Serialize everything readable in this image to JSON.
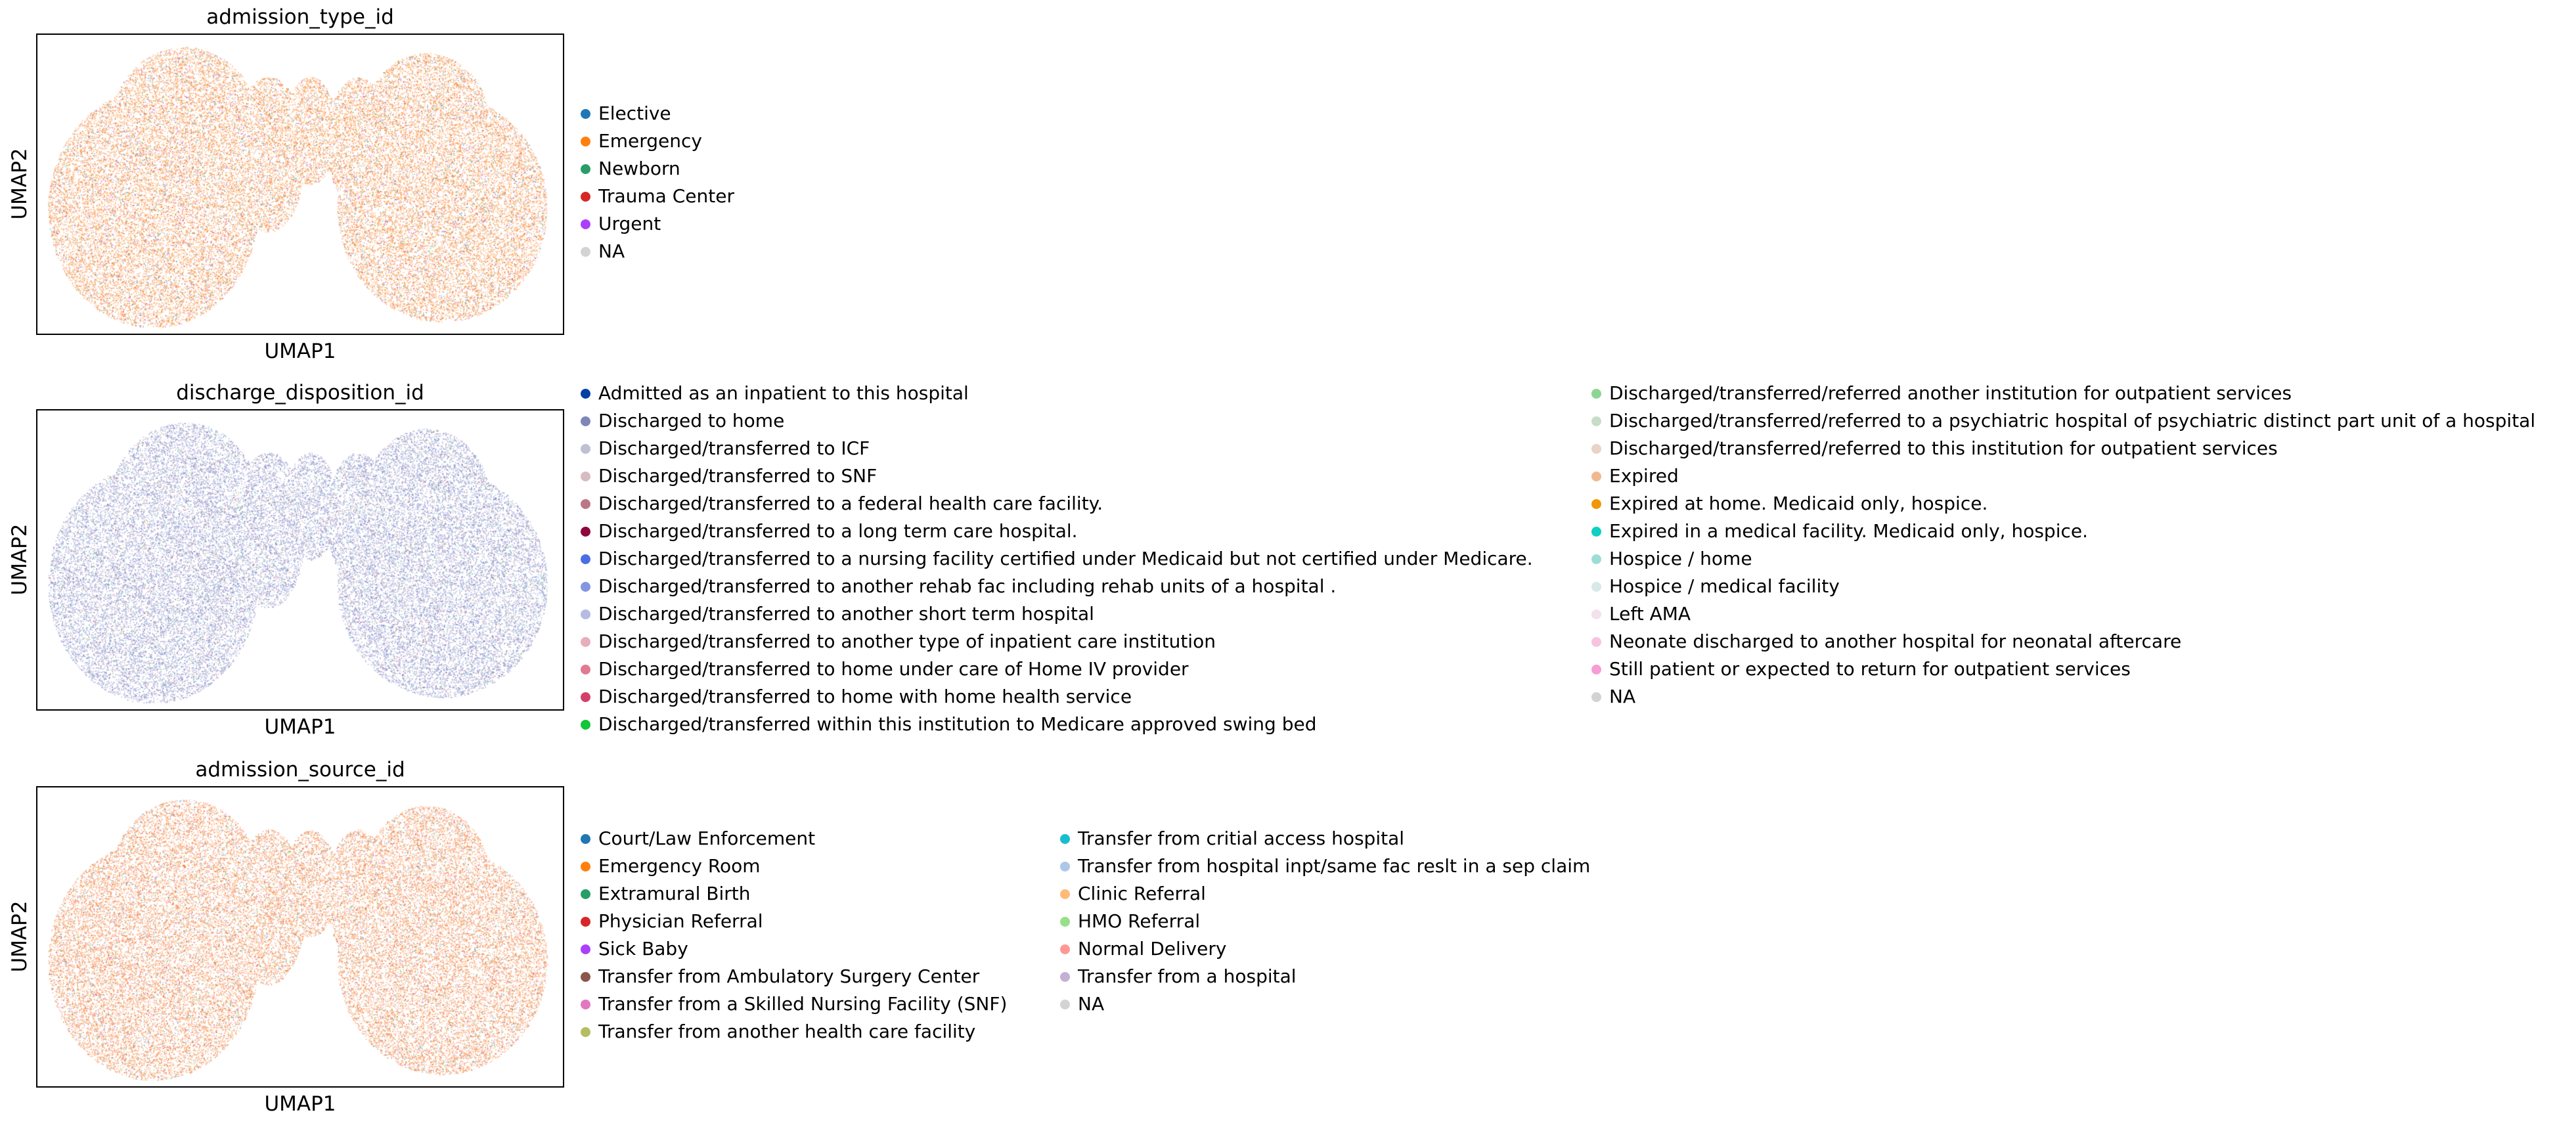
{
  "chart_data": [
    {
      "type": "scatter",
      "title": "admission_type_id",
      "xlabel": "UMAP1",
      "ylabel": "UMAP2",
      "grid": false,
      "ticks": false,
      "legend_placement": "right",
      "legend_columns": 1,
      "base_color": "#f98428",
      "categories": [
        {
          "name": "Elective",
          "color": "#1f77b4"
        },
        {
          "name": "Emergency",
          "color": "#ff7f0e"
        },
        {
          "name": "Newborn",
          "color": "#279e68"
        },
        {
          "name": "Trauma Center",
          "color": "#d62728"
        },
        {
          "name": "Urgent",
          "color": "#aa40fc"
        },
        {
          "name": "NA",
          "color": "#d3d3d3"
        }
      ]
    },
    {
      "type": "scatter",
      "title": "discharge_disposition_id",
      "xlabel": "UMAP1",
      "ylabel": "UMAP2",
      "grid": false,
      "ticks": false,
      "legend_placement": "right",
      "legend_columns": 2,
      "base_color": "#7b83c2",
      "categories": [
        {
          "name": "Admitted as an inpatient to this hospital",
          "color": "#023fa5"
        },
        {
          "name": "Discharged to home",
          "color": "#7d87b9"
        },
        {
          "name": "Discharged/transferred to ICF",
          "color": "#bec1d4"
        },
        {
          "name": "Discharged/transferred to SNF",
          "color": "#d6bcc0"
        },
        {
          "name": "Discharged/transferred to a federal health care facility.",
          "color": "#bb7784"
        },
        {
          "name": "Discharged/transferred to a long term care hospital.",
          "color": "#8e063b"
        },
        {
          "name": "Discharged/transferred to a nursing facility certified under Medicaid but not certified under Medicare.",
          "color": "#4a6fe3"
        },
        {
          "name": "Discharged/transferred to another rehab fac including rehab units of a hospital .",
          "color": "#8595e1"
        },
        {
          "name": "Discharged/transferred to another short term hospital",
          "color": "#b5bbe3"
        },
        {
          "name": "Discharged/transferred to another type of inpatient care institution",
          "color": "#e6afb9"
        },
        {
          "name": "Discharged/transferred to home under care of Home IV provider",
          "color": "#e07b91"
        },
        {
          "name": "Discharged/transferred to home with home health service",
          "color": "#d33f6a"
        },
        {
          "name": "Discharged/transferred within this institution to Medicare approved swing bed",
          "color": "#11c638"
        },
        {
          "name": "Discharged/transferred/referred another institution for outpatient services",
          "color": "#8dd593"
        },
        {
          "name": "Discharged/transferred/referred to a psychiatric hospital of psychiatric distinct part unit of a hospital",
          "color": "#c6dec7"
        },
        {
          "name": "Discharged/transferred/referred to this institution for outpatient services",
          "color": "#ead3c6"
        },
        {
          "name": "Expired",
          "color": "#f0b98d"
        },
        {
          "name": "Expired at home. Medicaid only, hospice.",
          "color": "#ef9708"
        },
        {
          "name": "Expired in a medical facility. Medicaid only, hospice.",
          "color": "#0fcfc0"
        },
        {
          "name": "Hospice / home",
          "color": "#9cded6"
        },
        {
          "name": "Hospice / medical facility",
          "color": "#d5eae7"
        },
        {
          "name": "Left AMA",
          "color": "#f3e1eb"
        },
        {
          "name": "Neonate discharged to another hospital for neonatal aftercare",
          "color": "#f6c4e1"
        },
        {
          "name": "Still patient or expected to return for outpatient services",
          "color": "#f79cd4"
        },
        {
          "name": "NA",
          "color": "#d3d3d3"
        }
      ]
    },
    {
      "type": "scatter",
      "title": "admission_source_id",
      "xlabel": "UMAP1",
      "ylabel": "UMAP2",
      "grid": false,
      "ticks": false,
      "legend_placement": "right",
      "legend_columns": 2,
      "base_color": "#f57a30",
      "categories": [
        {
          "name": "Court/Law Enforcement",
          "color": "#1f77b4"
        },
        {
          "name": "Emergency Room",
          "color": "#ff7f0e"
        },
        {
          "name": "Extramural Birth",
          "color": "#279e68"
        },
        {
          "name": "Physician Referral",
          "color": "#d62728"
        },
        {
          "name": "Sick Baby",
          "color": "#aa40fc"
        },
        {
          "name": "Transfer from Ambulatory Surgery Center",
          "color": "#8c564b"
        },
        {
          "name": "Transfer from a Skilled Nursing Facility (SNF)",
          "color": "#e377c2"
        },
        {
          "name": "Transfer from another health care facility",
          "color": "#b5bd61"
        },
        {
          "name": "Transfer from critial access hospital",
          "color": "#17becf"
        },
        {
          "name": "Transfer from hospital inpt/same fac reslt in a sep claim",
          "color": "#aec7e8"
        },
        {
          "name": "Clinic Referral",
          "color": "#ffbb78"
        },
        {
          "name": "HMO Referral",
          "color": "#98df8a"
        },
        {
          "name": "Normal Delivery",
          "color": "#ff9896"
        },
        {
          "name": "Transfer from a hospital",
          "color": "#c5b0d5"
        },
        {
          "name": "NA",
          "color": "#d3d3d3"
        }
      ]
    }
  ]
}
